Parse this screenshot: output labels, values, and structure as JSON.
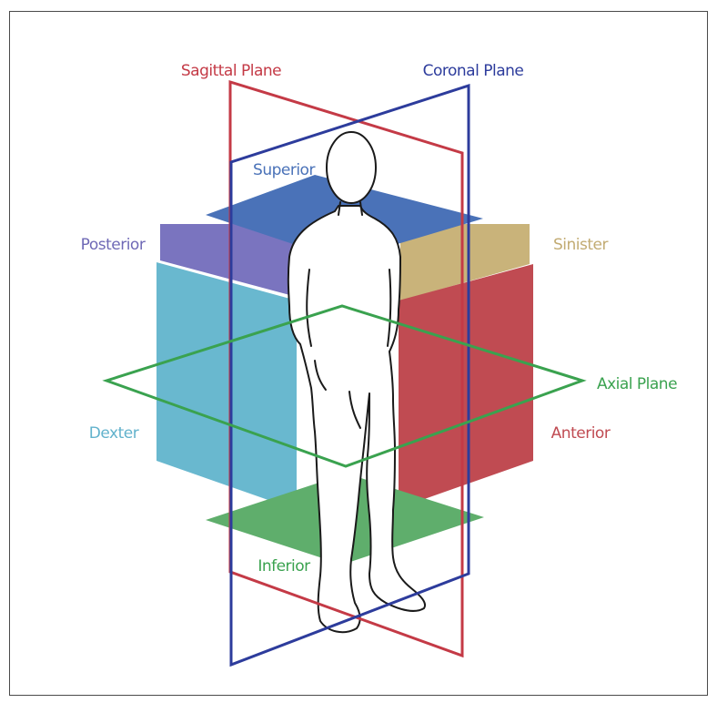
{
  "diagram": {
    "labels": {
      "sagittal": "Sagittal Plane",
      "coronal": "Coronal Plane",
      "superior": "Superior",
      "posterior": "Posterior",
      "sinister": "Sinister",
      "axial": "Axial Plane",
      "dexter": "Dexter",
      "anterior": "Anterior",
      "inferior": "Inferior"
    },
    "colors": {
      "sagittal": "#c43a46",
      "coronal": "#2d3c9c",
      "superior": "#4a72b8",
      "posterior": "#7a74bf",
      "sinister": "#c9b37a",
      "axial": "#3aa24f",
      "dexter": "#69b8cf",
      "anterior": "#c04b52",
      "inferior": "#5fae6c"
    }
  }
}
